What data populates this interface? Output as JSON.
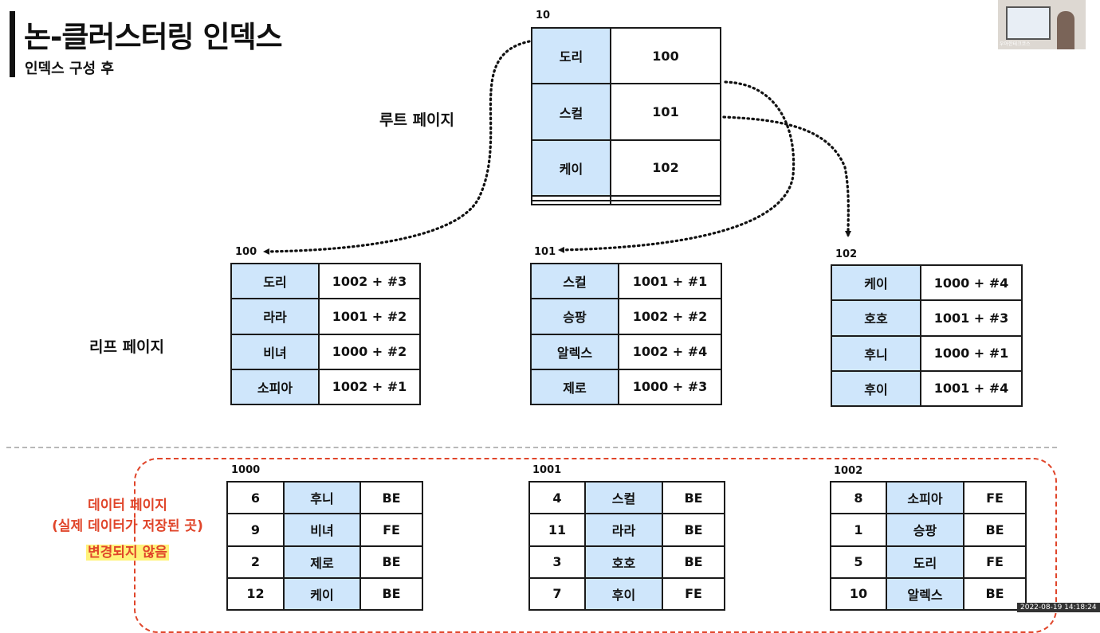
{
  "header": {
    "title": "논-클러스터링 인덱스",
    "subtitle": "인덱스 구성 후"
  },
  "labels": {
    "root": "루트 페이지",
    "leaf": "리프 페이지",
    "data_page": "데이터 페이지",
    "data_page_note": "(실제 데이터가 저장된 곳)",
    "unchanged": "변경되지 않음"
  },
  "root_page": {
    "id": "10",
    "rows": [
      {
        "key": "도리",
        "ptr": "100"
      },
      {
        "key": "스컬",
        "ptr": "101"
      },
      {
        "key": "케이",
        "ptr": "102"
      },
      {
        "key": "",
        "ptr": ""
      },
      {
        "key": "",
        "ptr": ""
      }
    ]
  },
  "leaf_pages": [
    {
      "id": "100",
      "rows": [
        {
          "key": "도리",
          "ptr": "1002 + #3"
        },
        {
          "key": "라라",
          "ptr": "1001 + #2"
        },
        {
          "key": "비녀",
          "ptr": "1000 + #2"
        },
        {
          "key": "소피아",
          "ptr": "1002 + #1"
        }
      ]
    },
    {
      "id": "101",
      "rows": [
        {
          "key": "스컬",
          "ptr": "1001 + #1"
        },
        {
          "key": "승팡",
          "ptr": "1002 + #2"
        },
        {
          "key": "알렉스",
          "ptr": "1002 + #4"
        },
        {
          "key": "제로",
          "ptr": "1000 + #3"
        }
      ]
    },
    {
      "id": "102",
      "rows": [
        {
          "key": "케이",
          "ptr": "1000 + #4"
        },
        {
          "key": "호호",
          "ptr": "1001 + #3"
        },
        {
          "key": "후니",
          "ptr": "1000 + #1"
        },
        {
          "key": "후이",
          "ptr": "1001 + #4"
        }
      ]
    }
  ],
  "data_pages": [
    {
      "id": "1000",
      "rows": [
        {
          "num": "6",
          "name": "후니",
          "role": "BE"
        },
        {
          "num": "9",
          "name": "비녀",
          "role": "FE"
        },
        {
          "num": "2",
          "name": "제로",
          "role": "BE"
        },
        {
          "num": "12",
          "name": "케이",
          "role": "BE"
        }
      ]
    },
    {
      "id": "1001",
      "rows": [
        {
          "num": "4",
          "name": "스컬",
          "role": "BE"
        },
        {
          "num": "11",
          "name": "라라",
          "role": "BE"
        },
        {
          "num": "3",
          "name": "호호",
          "role": "BE"
        },
        {
          "num": "7",
          "name": "후이",
          "role": "FE"
        }
      ]
    },
    {
      "id": "1002",
      "rows": [
        {
          "num": "8",
          "name": "소피아",
          "role": "FE"
        },
        {
          "num": "1",
          "name": "승팡",
          "role": "BE"
        },
        {
          "num": "5",
          "name": "도리",
          "role": "FE"
        },
        {
          "num": "10",
          "name": "알렉스",
          "role": "BE"
        }
      ]
    }
  ],
  "webcam": {
    "caption": "우아한테크코스"
  },
  "timestamp": "2022-08-19 14:18:24",
  "colors": {
    "key_fill": "#cfe6fb",
    "accent_red": "#e0452a",
    "highlight": "#fff27a"
  }
}
